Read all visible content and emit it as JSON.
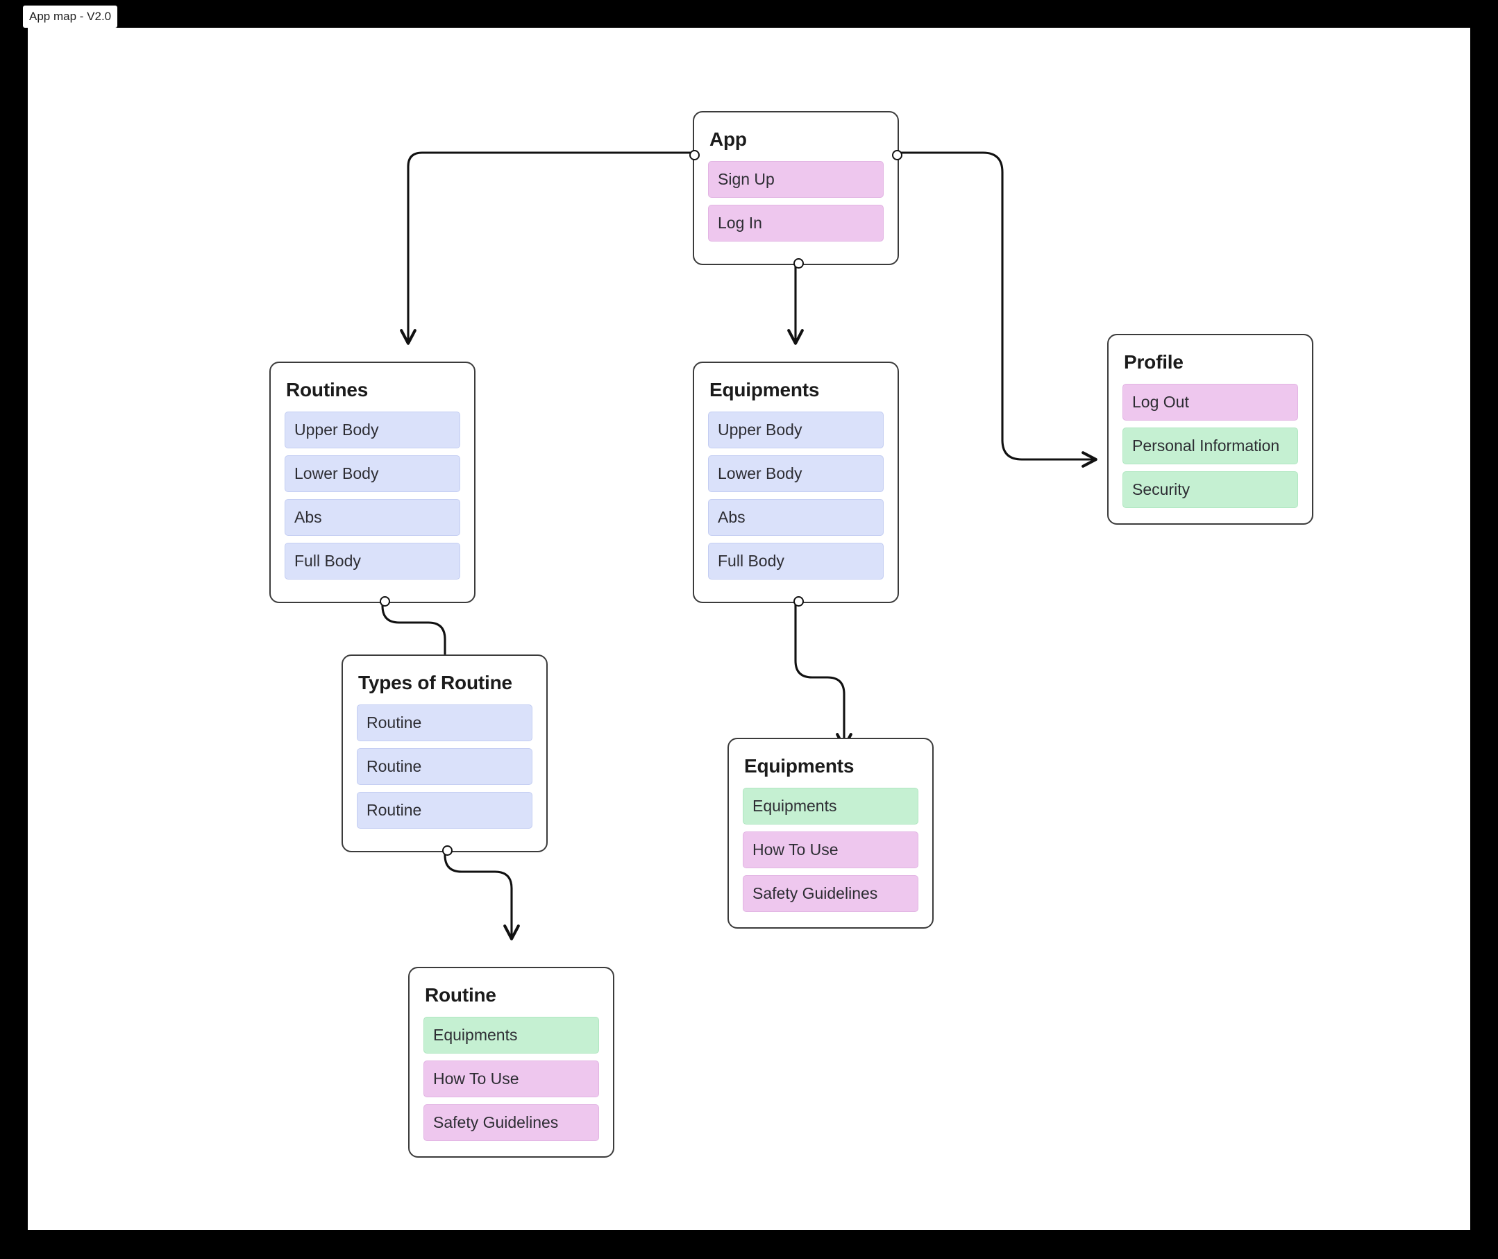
{
  "title_badge": {
    "label": "App map - V2.0"
  },
  "colors": {
    "background": "#000000",
    "canvas": "#ffffff",
    "node_border": "#3b3b3b",
    "node_fill": "#ffffff",
    "title_text": "#1b1b1b",
    "item_blue": "#dae1fa",
    "item_pink": "#eec7ee",
    "item_green": "#c5f0d2",
    "edge": "#111111"
  },
  "nodes": [
    {
      "id": "app",
      "title": "App",
      "items": [
        {
          "label": "Sign Up",
          "color": "pink"
        },
        {
          "label": "Log In",
          "color": "pink"
        }
      ]
    },
    {
      "id": "routines",
      "title": "Routines",
      "items": [
        {
          "label": "Upper Body",
          "color": "blue"
        },
        {
          "label": "Lower Body",
          "color": "blue"
        },
        {
          "label": "Abs",
          "color": "blue"
        },
        {
          "label": "Full Body",
          "color": "blue"
        }
      ]
    },
    {
      "id": "equipments",
      "title": "Equipments",
      "items": [
        {
          "label": "Upper Body",
          "color": "blue"
        },
        {
          "label": "Lower Body",
          "color": "blue"
        },
        {
          "label": "Abs",
          "color": "blue"
        },
        {
          "label": "Full Body",
          "color": "blue"
        }
      ]
    },
    {
      "id": "profile",
      "title": "Profile",
      "items": [
        {
          "label": "Log Out",
          "color": "pink"
        },
        {
          "label": "Personal Information",
          "color": "green"
        },
        {
          "label": "Security",
          "color": "green"
        }
      ]
    },
    {
      "id": "types-of-routine",
      "title": "Types of Routine",
      "items": [
        {
          "label": "Routine",
          "color": "blue"
        },
        {
          "label": "Routine",
          "color": "blue"
        },
        {
          "label": "Routine",
          "color": "blue"
        }
      ]
    },
    {
      "id": "equipments-detail",
      "title": "Equipments",
      "items": [
        {
          "label": "Equipments",
          "color": "green"
        },
        {
          "label": "How To Use",
          "color": "pink"
        },
        {
          "label": "Safety Guidelines",
          "color": "pink"
        }
      ]
    },
    {
      "id": "routine-detail",
      "title": "Routine",
      "items": [
        {
          "label": "Equipments",
          "color": "green"
        },
        {
          "label": "How To Use",
          "color": "pink"
        },
        {
          "label": "Safety Guidelines",
          "color": "pink"
        }
      ]
    }
  ],
  "edges": [
    {
      "id": "app-to-routines",
      "from": "app",
      "to": "routines"
    },
    {
      "id": "app-to-equipments",
      "from": "app",
      "to": "equipments"
    },
    {
      "id": "app-to-profile",
      "from": "app",
      "to": "profile"
    },
    {
      "id": "routines-to-types-of-routine",
      "from": "routines",
      "to": "types-of-routine"
    },
    {
      "id": "equipments-to-detail",
      "from": "equipments",
      "to": "equipments-detail"
    },
    {
      "id": "types-to-routine-detail",
      "from": "types-of-routine",
      "to": "routine-detail"
    }
  ]
}
